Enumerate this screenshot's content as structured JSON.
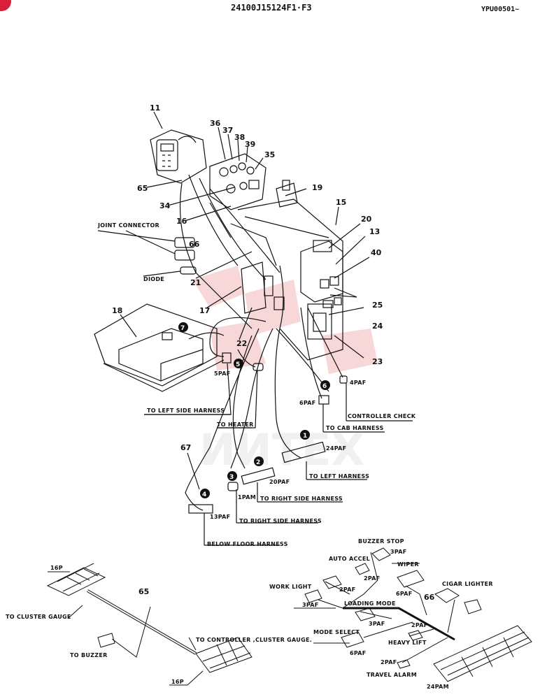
{
  "header": {
    "doc_code": "24100J15124F1·F3",
    "serial_range": "YPU00501~"
  },
  "watermark": "ИИТЕХ",
  "colors": {
    "watermark": "#e07070",
    "line": "#111111",
    "corner_mark": "#d8203a"
  },
  "part_numbers": {
    "p11": "11",
    "p36": "36",
    "p37": "37",
    "p38": "38",
    "p39": "39",
    "p35": "35",
    "p65": "65",
    "p19": "19",
    "p34": "34",
    "p15": "15",
    "p16": "16",
    "p20": "20",
    "p13": "13",
    "p66": "66",
    "p40": "40",
    "p21": "21",
    "p18": "18",
    "p17": "17",
    "p25": "25",
    "p24": "24",
    "p22": "22",
    "p23": "23",
    "p67": "67",
    "p65b": "65",
    "p66b": "66"
  },
  "connector_markers": {
    "m1": "1",
    "m2": "2",
    "m3": "3",
    "m4": "4",
    "m5": "5",
    "m6": "6",
    "m7": "7"
  },
  "labels": {
    "joint_connector": "JOINT CONNECTOR",
    "diode": "DIODE",
    "to_left_side_harness": "TO LEFT SIDE HARNESS",
    "to_heater": "TO HEATER",
    "to_cab_harness": "TO CAB HARNESS",
    "controller_check": "CONTROLLER CHECK",
    "to_left_harness": "TO LEFT HARNESS",
    "to_right_side_harness_1": "TO RIGHT SIDE HARNESS",
    "to_right_side_harness_2": "TO RIGHT SIDE HARNESS",
    "below_floor_harness": "BELOW FLOOR HARNESS",
    "to_cluster_gauge": "TO CLUSTER GAUGE",
    "to_buzzer": "TO BUZZER",
    "to_controller_cluster_gauge": "TO CONTROLLER ,CLUSTER GAUGE.",
    "buzzer_stop": "BUZZER STOP",
    "auto_accel": "AUTO ACCEL",
    "wiper": "WIPER",
    "work_light": "WORK LIGHT",
    "cigar_lighter": "CIGAR LIGHTER",
    "loading_mode": "LOADING MODE",
    "mode_select": "MODE SELECT",
    "heavy_lift": "HEAVY LIFT",
    "travel_alarm": "TRAVEL ALARM"
  },
  "connector_specs": {
    "c5paf_a": "5PAF",
    "c4paf": "4PAF",
    "c6paf": "6PAF",
    "c24paf": "24PAF",
    "c20paf": "20PAF",
    "c1pam": "1PAM",
    "c13paf": "13PAF",
    "c16p_top": "16P",
    "c16p_bot": "16P",
    "c3paf_bs": "3PAF",
    "c2paf_aa": "2PAF",
    "c2paf_wl": "2PAF",
    "c3paf_wl": "3PAF",
    "c3paf_lm": "3PAF",
    "c6paf_wp": "6PAF",
    "c6paf_ms": "6PAF",
    "c2paf_hl": "2PAF",
    "c2paf_ta": "2PAF",
    "c24pam": "24PAM"
  }
}
